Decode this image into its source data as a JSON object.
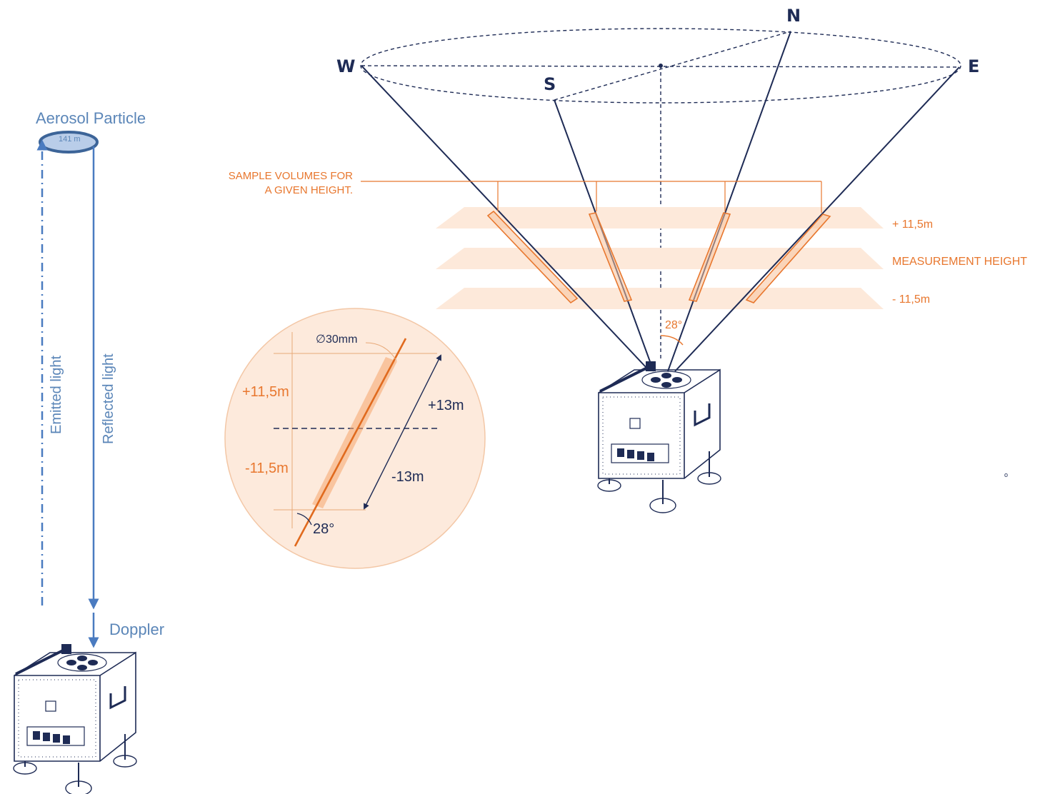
{
  "colors": {
    "navy": "#1e2b55",
    "blue": "#4a7bc0",
    "orange": "#e8772e",
    "peach": "#fbe6d6",
    "peach_band": "#fde9da"
  },
  "left_panel": {
    "particle_label": "Aerosol Particle",
    "particle_size": "141 m",
    "emitted_label": "Emitted light",
    "reflected_label": "Reflected light",
    "doppler_label": "Doppler"
  },
  "compass": {
    "north": "N",
    "south": "S",
    "east": "E",
    "west": "W"
  },
  "sample": {
    "label_line1": "SAMPLE VOLUMES FOR",
    "label_line2": "A GIVEN HEIGHT.",
    "upper": "+ 11,5m",
    "middle": "MEASUREMENT HEIGHT",
    "lower": "- 11,5m",
    "angle": "28°"
  },
  "detail": {
    "diameter": "∅30mm",
    "plus_height": "+11,5m",
    "minus_height": "-11,5m",
    "plus_length": "+13m",
    "minus_length": "-13m",
    "angle": "28°"
  },
  "misc": {
    "small_mark": "o"
  }
}
